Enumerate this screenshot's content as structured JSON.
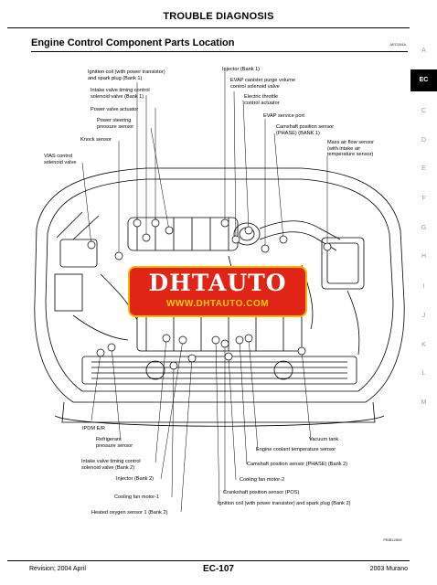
{
  "header": {
    "title": "TROUBLE DIAGNOSIS"
  },
  "section": {
    "title": "Engine Control Component Parts Location",
    "figure_code": "AEC004A"
  },
  "figure": {
    "code_bottom": "PBIB1280E",
    "labels_top_left": [
      "Ignition coil (with power transistor)\nand spark plug (Bank 1)",
      "Intake valve timing control\nsolenoid valve (Bank 1)",
      "Power valve actuator",
      "Power steering\npressure sensor",
      "Knock sensor",
      "VIAS control\nsolenoid valve"
    ],
    "labels_top_right": [
      "Injector (Bank 1)",
      "EVAP canister purge volume\ncontrol solenoid valve",
      "Electric throttle\ncontrol actuator",
      "EVAP service port",
      "Camshaft position sensor\n(PHASE) (BANK 1)",
      "Mass air flow sensor\n(with intake air\ntemperature sensor)"
    ],
    "labels_bottom_left": [
      "IPDM E/R",
      "Refrigerant\npressure sensor",
      "Intake valve timing control\nsolenoid valve (Bank 2)",
      "Injector (Bank 2)",
      "Cooling fan motor-1",
      "Heated oxygen sensor 1 (Bank 2)"
    ],
    "labels_bottom_right": [
      "Vacuum tank",
      "Engine coolant temperature sensor",
      "Camshaft position sensor (PHASE) (Bank 2)",
      "Cooling fan motor-2",
      "Crankshaft position sensor (POS)",
      "Ignition coil (with power transistor) and spark plug (Bank 2)"
    ]
  },
  "watermark": {
    "logo": "DHTAUTO",
    "url": "WWW.DHTAUTO.COM",
    "color": "#e02517",
    "accent": "#f5d000"
  },
  "side_tabs": [
    "A",
    "EC",
    "C",
    "D",
    "E",
    "F",
    "G",
    "H",
    "I",
    "J",
    "K",
    "L",
    "M"
  ],
  "active_tab": "EC",
  "footer": {
    "left": "Revision; 2004 April",
    "page": "EC-107",
    "right": "2003 Murano"
  }
}
